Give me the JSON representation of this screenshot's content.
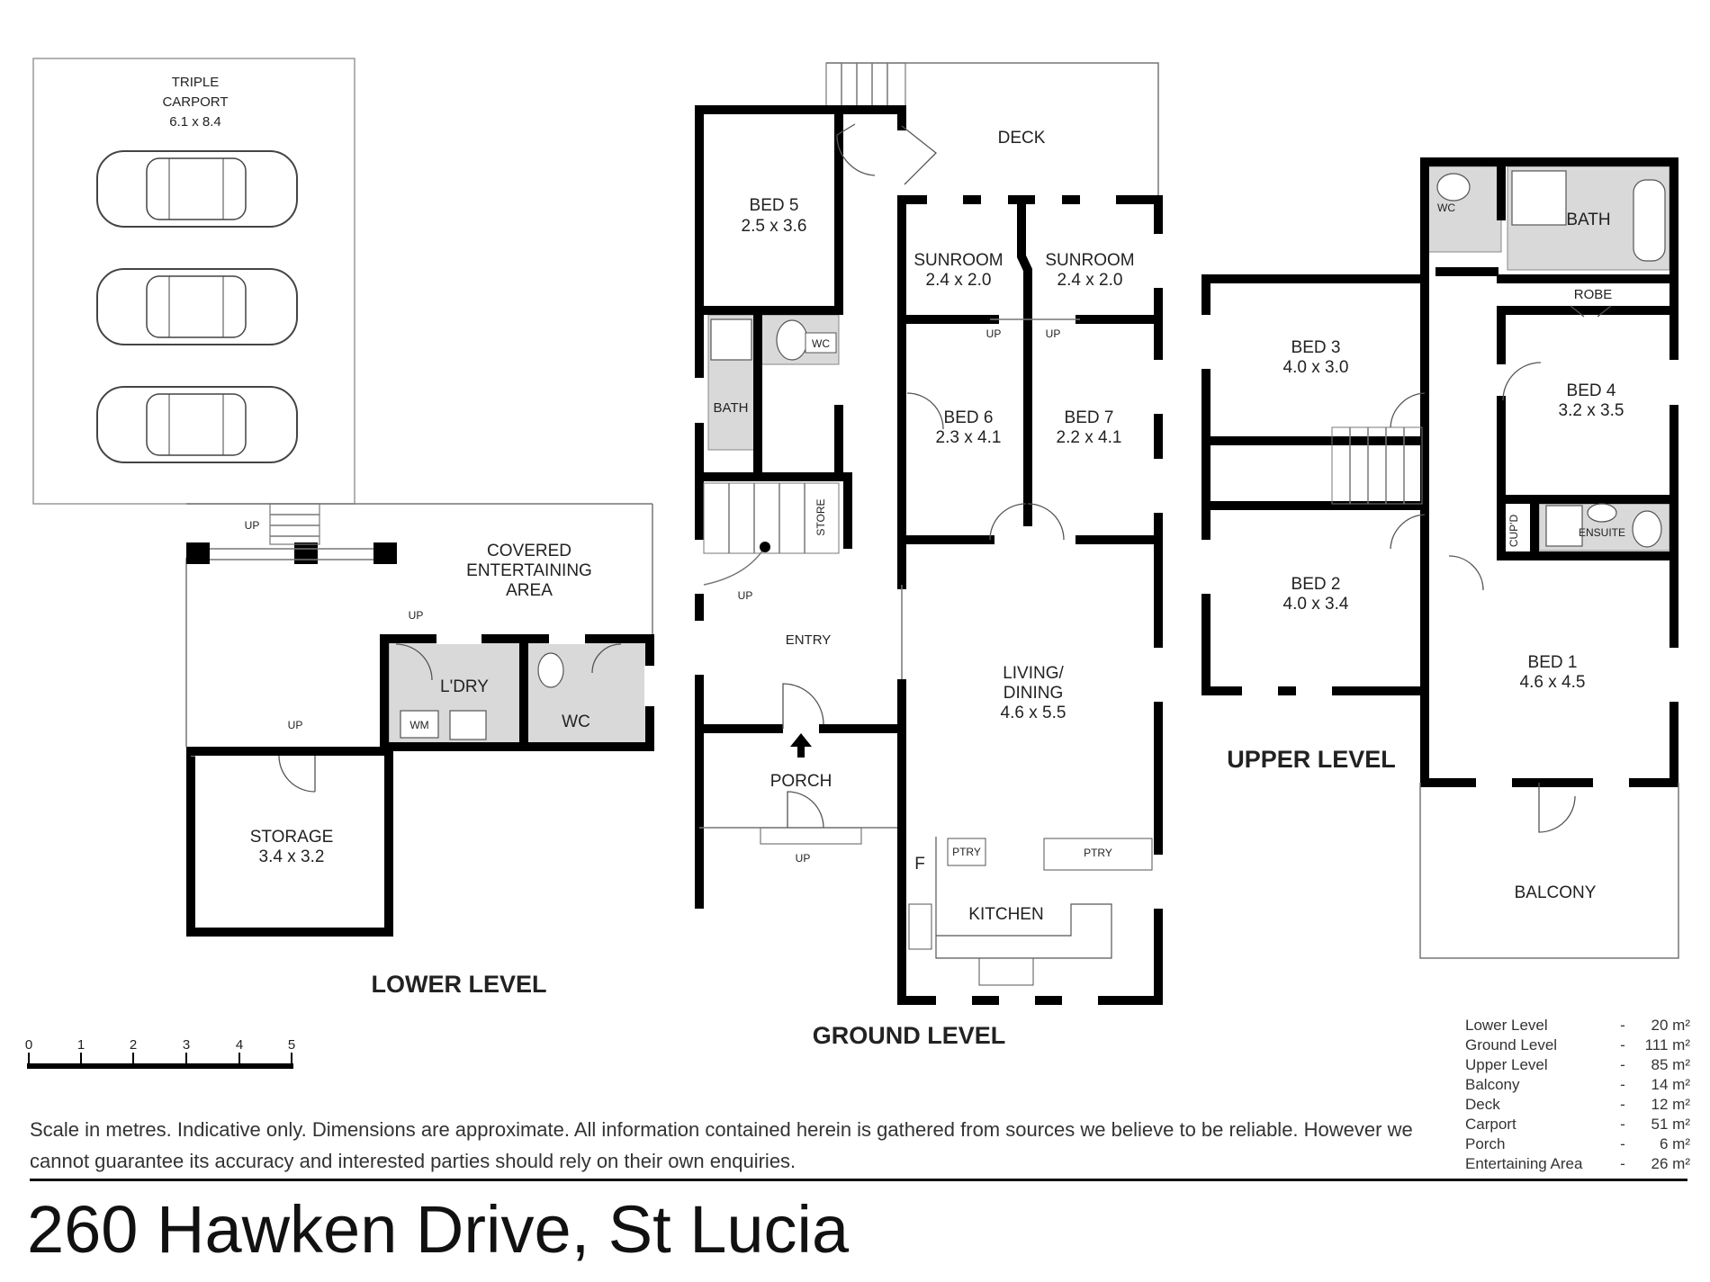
{
  "rooms": {
    "carport": {
      "line1": "TRIPLE",
      "line2": "CARPORT",
      "dims": "6.1 x 8.4"
    },
    "covered_entertaining": {
      "line1": "COVERED",
      "line2": "ENTERTAINING",
      "line3": "AREA"
    },
    "laundry": "L'DRY",
    "laundry_wm": "WM",
    "lower_wc": "WC",
    "storage": {
      "name": "STORAGE",
      "dims": "3.4 x 3.2"
    },
    "deck": "DECK",
    "bed5": {
      "name": "BED 5",
      "dims": "2.5 x 3.6"
    },
    "sunroom1": {
      "name": "SUNROOM",
      "dims": "2.4 x 2.0"
    },
    "sunroom2": {
      "name": "SUNROOM",
      "dims": "2.4 x 2.0"
    },
    "ground_wc": "WC",
    "ground_bath": "BATH",
    "bed6": {
      "name": "BED 6",
      "dims": "2.3 x 4.1"
    },
    "bed7": {
      "name": "BED 7",
      "dims": "2.2 x 4.1"
    },
    "store": "STORE",
    "entry": "ENTRY",
    "living": {
      "line1": "LIVING/",
      "line2": "DINING",
      "dims": "4.6 x 5.5"
    },
    "porch": "PORCH",
    "kitchen": "KITCHEN",
    "pantry1": "PTRY",
    "pantry2": "PTRY",
    "fridge": "F",
    "upper_wc": "WC",
    "upper_bath": "BATH",
    "robe": "ROBE",
    "bed3": {
      "name": "BED 3",
      "dims": "4.0 x 3.0"
    },
    "bed4": {
      "name": "BED 4",
      "dims": "3.2 x 3.5"
    },
    "cupd": "CUP'D",
    "ensuite": "ENSUITE",
    "bed2": {
      "name": "BED 2",
      "dims": "4.0 x 3.4"
    },
    "bed1": {
      "name": "BED 1",
      "dims": "4.6 x 4.5"
    },
    "balcony": "BALCONY"
  },
  "up_label": "UP",
  "levels": {
    "lower": "LOWER LEVEL",
    "ground": "GROUND LEVEL",
    "upper": "UPPER LEVEL"
  },
  "scale_bar": {
    "ticks": [
      "0",
      "1",
      "2",
      "3",
      "4",
      "5"
    ]
  },
  "disclaimer": "Scale in metres. Indicative only. Dimensions are approximate.  All information contained herein is gathered from sources we believe to be reliable. However we cannot guarantee its accuracy and interested parties should rely on their own enquiries.",
  "areas": [
    {
      "name": "Lower Level",
      "dash": "-",
      "value": "20 m²"
    },
    {
      "name": "Ground Level",
      "dash": "-",
      "value": "111 m²"
    },
    {
      "name": "Upper Level",
      "dash": "-",
      "value": "85 m²"
    },
    {
      "name": "Balcony",
      "dash": "-",
      "value": "14 m²"
    },
    {
      "name": "Deck",
      "dash": "-",
      "value": "12 m²"
    },
    {
      "name": "Carport",
      "dash": "-",
      "value": "51 m²"
    },
    {
      "name": "Porch",
      "dash": "-",
      "value": "6 m²"
    },
    {
      "name": "Entertaining Area",
      "dash": "-",
      "value": "26 m²"
    }
  ],
  "address": "260 Hawken Drive, St Lucia"
}
